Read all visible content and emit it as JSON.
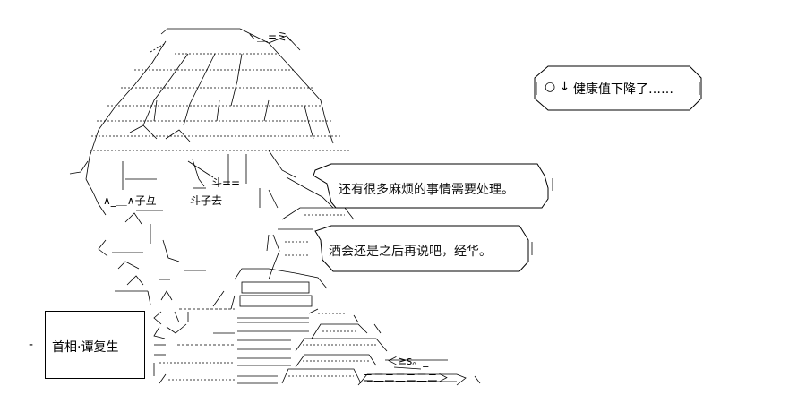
{
  "status_box": {
    "prefix": "○ ↓",
    "text": "健康值下降了……"
  },
  "dialogue": [
    {
      "text": "还有很多麻烦的事情需要处理。"
    },
    {
      "text": "酒会还是之后再说吧，经华。"
    }
  ],
  "caption": {
    "text": "首相·谭复生"
  },
  "art_glyphs": {
    "g1": "ヽ＿=ミ、",
    "g2": "∧_＿∧子彑",
    "g3": "斗子去",
    "g4": "斗==",
    "g5": "＜≧s。_",
    "g6": "ニ二ニ二ニ二ニ＞"
  }
}
